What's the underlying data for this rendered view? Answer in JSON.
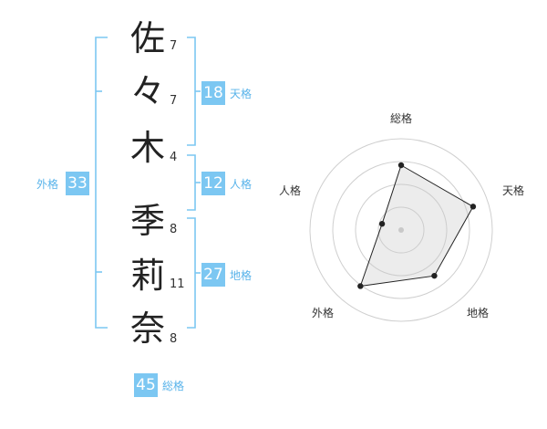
{
  "name": {
    "chars": [
      {
        "char": "佐",
        "strokes": "7"
      },
      {
        "char": "々",
        "strokes": "7"
      },
      {
        "char": "木",
        "strokes": "4"
      },
      {
        "char": "季",
        "strokes": "8"
      },
      {
        "char": "莉",
        "strokes": "11"
      },
      {
        "char": "奈",
        "strokes": "8"
      }
    ]
  },
  "kaku": {
    "tenkaku": {
      "value": "18",
      "label": "天格"
    },
    "jinkaku": {
      "value": "12",
      "label": "人格"
    },
    "chikaku": {
      "value": "27",
      "label": "地格"
    },
    "gaikaku": {
      "value": "33",
      "label": "外格"
    },
    "soukaku": {
      "value": "45",
      "label": "総格"
    }
  },
  "colors": {
    "accent": "#7cc7f2",
    "bracket": "#7cc7f2",
    "label": "#58b3ea"
  },
  "chart_data": {
    "type": "radar",
    "axes": [
      "総格",
      "天格",
      "地格",
      "外格",
      "人格"
    ],
    "values": [
      0.71,
      0.83,
      0.62,
      0.76,
      0.22
    ],
    "rings": 4
  }
}
